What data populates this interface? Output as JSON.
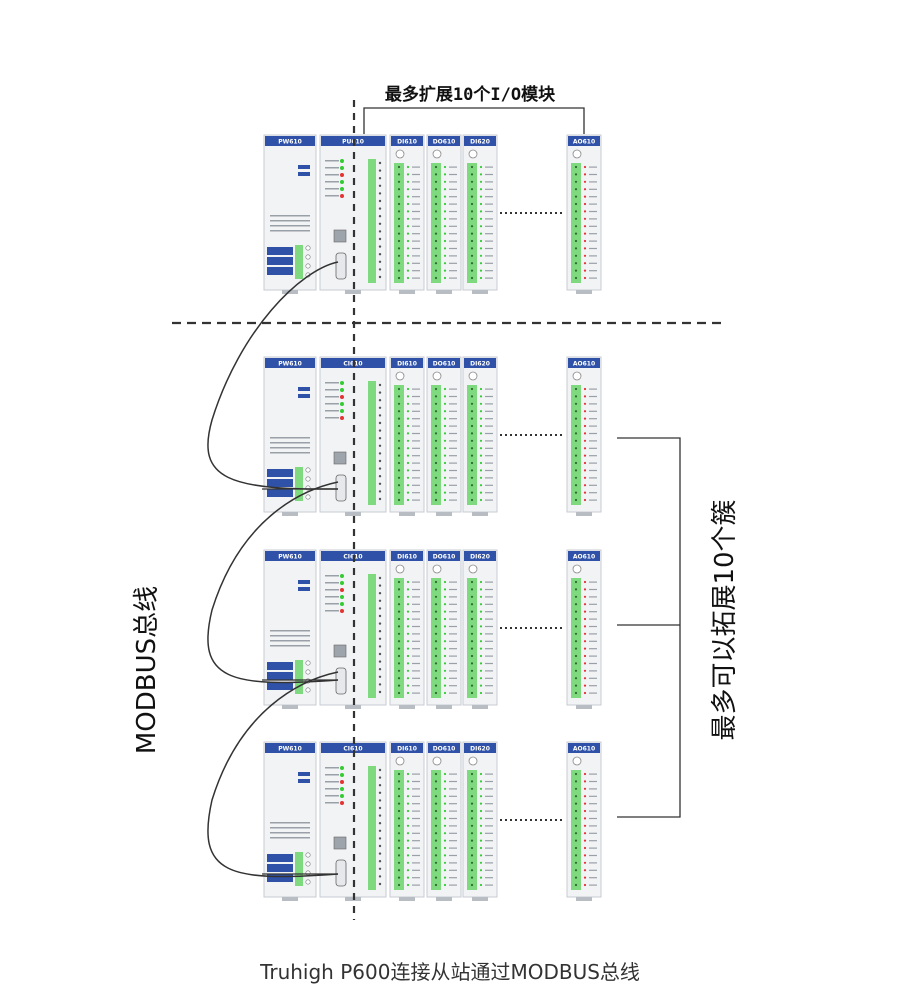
{
  "labels": {
    "top_expansion": "最多扩展10个I/O模块",
    "modbus_bus": "MODBUS总线",
    "max_clusters": "最多可以拓展10个簇",
    "caption": "Truhigh P600连接从站通过MODBUS总线"
  },
  "colors": {
    "header_blue": "#2f52a8",
    "terminal_green": "#7fd97f",
    "module_body": "#f2f3f5",
    "module_border": "#c7cbd1",
    "line": "#333333",
    "led_green": "#33cc33",
    "led_red": "#e53333"
  },
  "clusters": [
    {
      "role": "master",
      "modules": [
        "PW610",
        "PU610",
        "DI610",
        "DO610",
        "DI620",
        "AO610"
      ]
    },
    {
      "role": "slave",
      "modules": [
        "PW610",
        "CI610",
        "DI610",
        "DO610",
        "DI620",
        "AO610"
      ]
    },
    {
      "role": "slave",
      "modules": [
        "PW610",
        "CI610",
        "DI610",
        "DO610",
        "DI620",
        "AO610"
      ]
    },
    {
      "role": "slave",
      "modules": [
        "PW610",
        "CI610",
        "DI610",
        "DO610",
        "DI620",
        "AO610"
      ]
    }
  ]
}
